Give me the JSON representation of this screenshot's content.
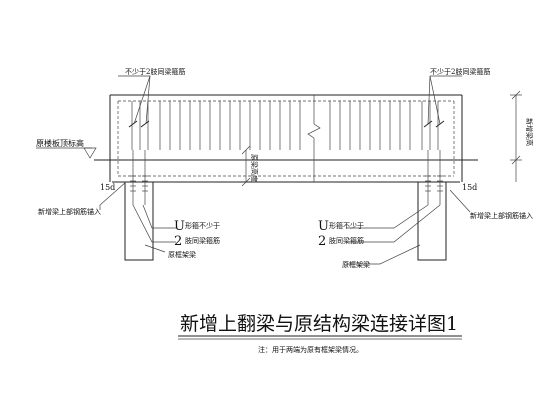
{
  "drawing": {
    "title": "新增上翻梁与原结构梁连接详图1",
    "note": "注：用于两端为原有框架梁情况。",
    "labels": {
      "stirrup_top_left": "不少于2肢同梁箍筋",
      "stirrup_top_right": "不少于2肢同梁箍筋",
      "slab_top_elev": "原楼板顶标高",
      "new_beam_height": "新增梁高",
      "orig_beam_height": "原梁高度",
      "anchor_len_left": "15d",
      "anchor_len_right": "15d",
      "anchor_left": "新增梁上部钢筋锚入",
      "anchor_right": "新增梁上部钢筋锚入",
      "u_left_1": "U",
      "u_left_1_text": "形箍不少于",
      "u_left_2": "2",
      "u_left_2_text": "肢同梁箍筋",
      "u_right_1": "U",
      "u_right_1_text": "形箍不少于",
      "u_right_2": "2",
      "u_right_2_text": "肢同梁箍筋",
      "orig_frame_left": "原框架梁",
      "orig_frame_right": "原框架梁"
    }
  }
}
